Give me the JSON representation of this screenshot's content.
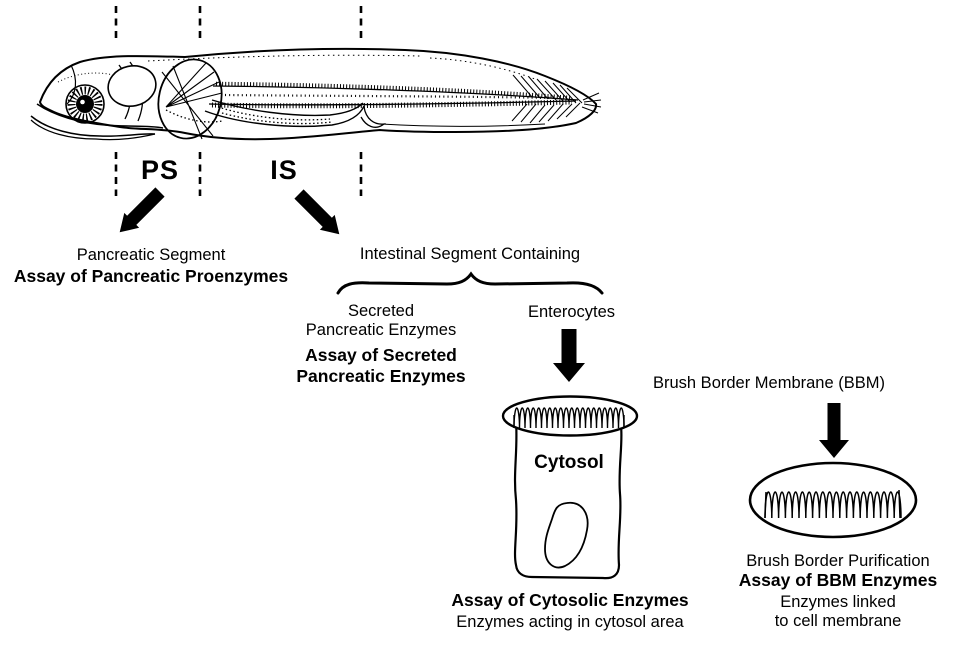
{
  "segments": {
    "ps": "PS",
    "is": "IS"
  },
  "pancreatic": {
    "title": "Pancreatic Segment",
    "assay": "Assay of Pancreatic Proenzymes"
  },
  "intestinal": {
    "title": "Intestinal Segment Containing",
    "secreted_line1": "Secreted",
    "secreted_line2": "Pancreatic Enzymes",
    "assay_line1": "Assay of Secreted",
    "assay_line2": "Pancreatic Enzymes",
    "enterocytes": "Enterocytes"
  },
  "cytosol": {
    "label": "Cytosol",
    "assay": "Assay of Cytosolic Enzymes",
    "note": "Enzymes acting in cytosol area"
  },
  "bbm": {
    "title": "Brush Border Membrane (BBM)",
    "purification": "Brush Border Purification",
    "assay": "Assay of BBM Enzymes",
    "note_line1": "Enzymes linked",
    "note_line2": "to cell membrane"
  },
  "icons": {
    "ps_arrow": "thick-black-arrow-down-left",
    "is_arrow": "thick-black-arrow-down-right",
    "enterocytes_arrow": "thick-black-arrow-down",
    "bbm_arrow": "thick-black-arrow-down",
    "brace": "horizontal-grouping-brace",
    "dividers": "vertical-dashed-segment-lines"
  },
  "colors": {
    "ink": "#000000",
    "background": "#ffffff"
  }
}
